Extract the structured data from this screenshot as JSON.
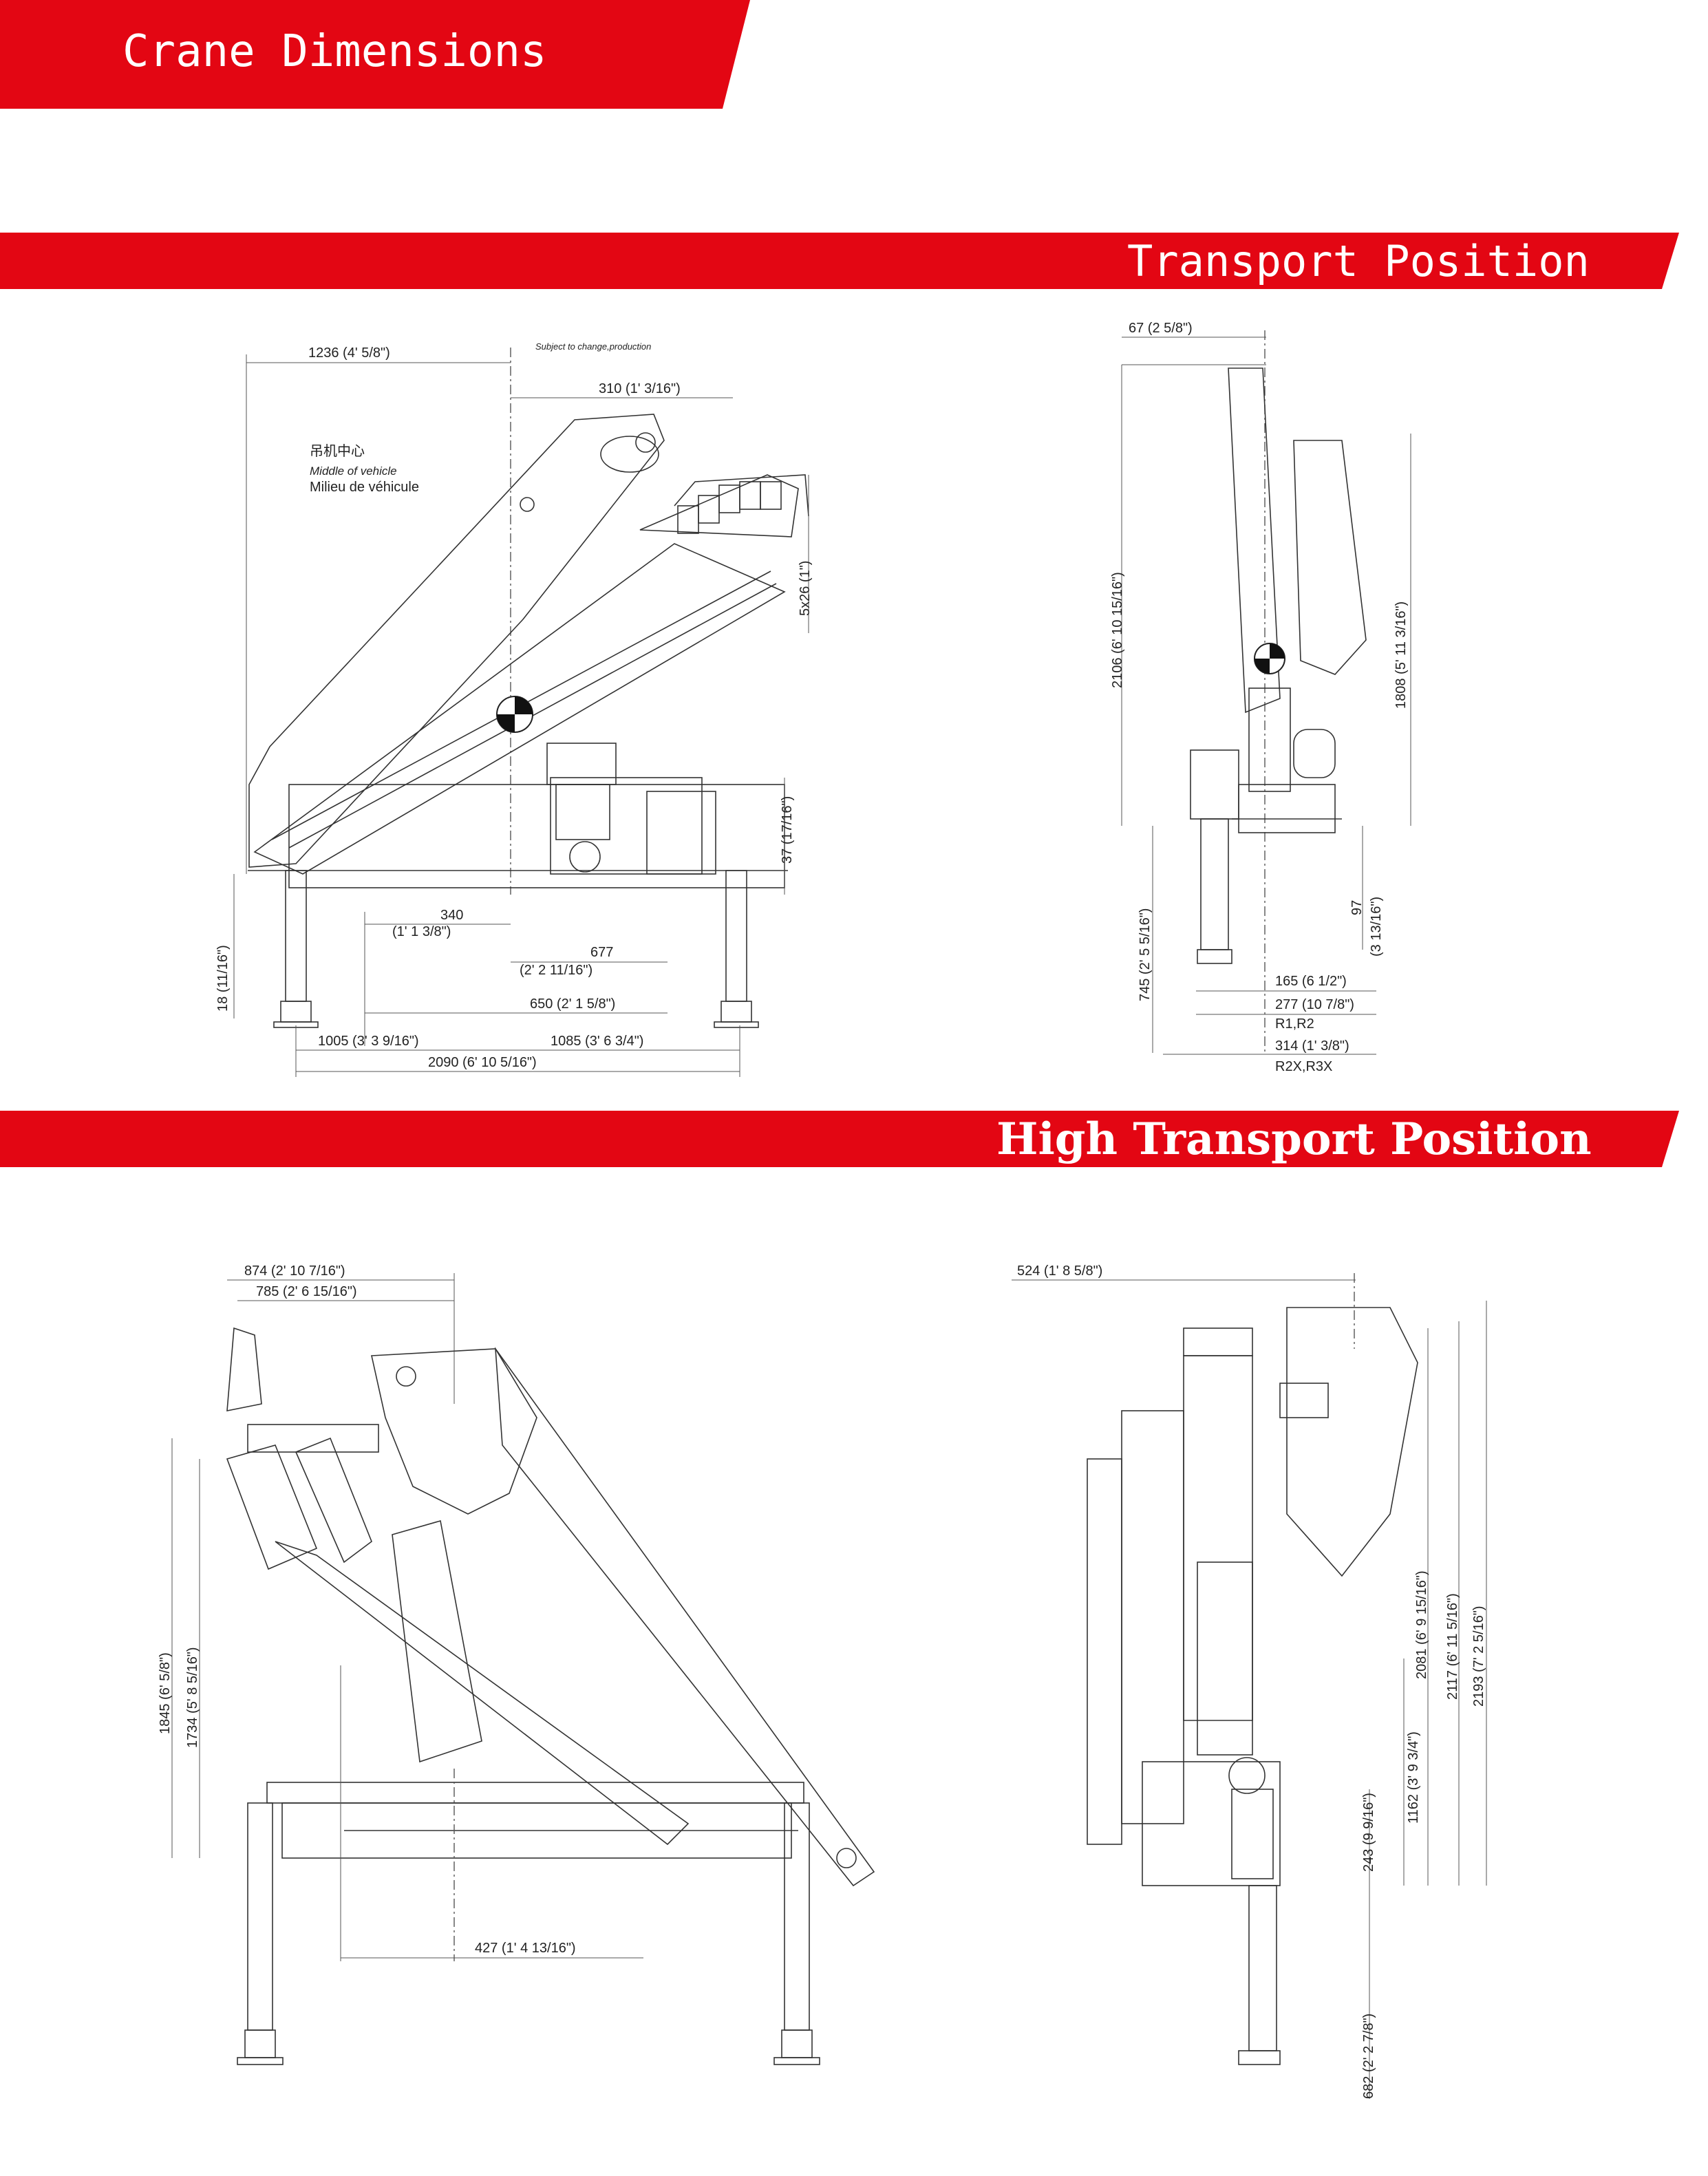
{
  "colors": {
    "banner_red": "#e30613",
    "text_white": "#ffffff",
    "line": "#333333"
  },
  "banners": {
    "crane_dimensions": "Crane Dimensions",
    "transport_position": "Transport Position",
    "high_transport_position": "High Transport Position"
  },
  "transport_side": {
    "note": "Subject to change,production",
    "middle_cn": "吊机中心",
    "middle_en": "Middle of vehicle",
    "middle_fr": "Milieu de véhicule",
    "d1236": "1236   (4' 5/8\")",
    "d310": "310   (1' 3/16\")",
    "d5x26": "5x26   (1\")",
    "d37": "37   (17/16\")",
    "d340a": "340",
    "d340b": "(1' 1 3/8\")",
    "d677a": "677",
    "d677b": "(2' 2 11/16\")",
    "d650": "650   (2' 1 5/8\")",
    "d18": "18   (11/16\")",
    "d1005": "1005   (3' 3 9/16\")",
    "d1085": "1085   (3' 6 3/4\")",
    "d2090": "2090   (6' 10 5/16\")"
  },
  "transport_rear": {
    "d67": "67   (2 5/8\")",
    "d2106": "2106   (6' 10 15/16\")",
    "d1808": "1808   (5' 11 3/16\")",
    "d97a": "97",
    "d97b": "(3 13/16\")",
    "d745": "745   (2' 5 5/16\")",
    "d165": "165   (6 1/2\")",
    "d277": "277   (10 7/8\")",
    "r1r2": "R1,R2",
    "d314": "314   (1' 3/8\")",
    "r2xr3x": "R2X,R3X"
  },
  "high_side": {
    "d874": "874   (2' 10 7/16\")",
    "d785": "785   (2' 6 15/16\")",
    "d1845": "1845   (6' 5/8\")",
    "d1734": "1734   (5' 8 5/16\")",
    "d427": "427   (1' 4 13/16\")"
  },
  "high_rear": {
    "d524": "524   (1' 8 5/8\")",
    "d2081": "2081   (6' 9 15/16\")",
    "d2117": "2117   (6' 11 5/16\")",
    "d2193": "2193   (7' 2 5/16\")",
    "d1162": "1162   (3' 9 3/4\")",
    "d243": "243   (9 9/16\")",
    "d682": "682   (2' 2 7/8\")"
  }
}
